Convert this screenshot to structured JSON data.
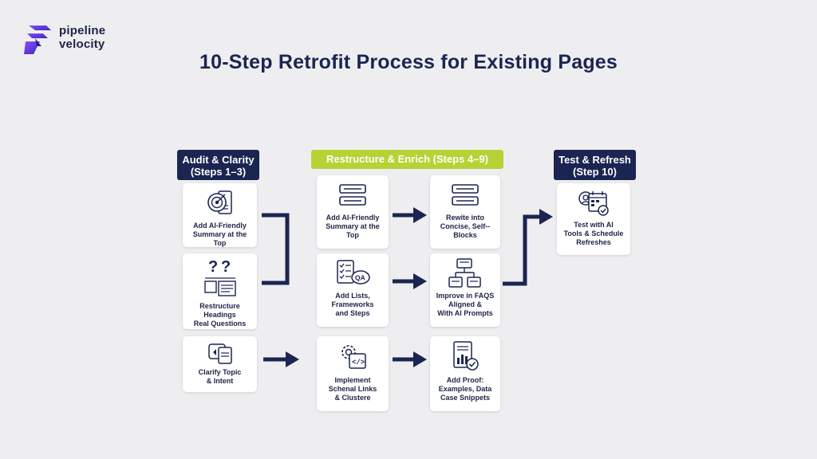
{
  "logo": {
    "line1": "pipeline",
    "line2": "velocity"
  },
  "title": "10-Step Retrofit Process for Existing Pages",
  "columns": {
    "audit": {
      "header": "Audit & Clarity",
      "subheader": "(Steps 1–3)"
    },
    "restructure": {
      "header": "Restructure & Enrich (Steps 4–9)"
    },
    "test": {
      "header": "Test & Refresh",
      "subheader": "(Step 10)"
    }
  },
  "cards": {
    "audit_summary": {
      "lines": [
        "Add AI-Friendly",
        "Summary at the Top"
      ],
      "icon": "target-document-icon"
    },
    "audit_headings": {
      "lines": [
        "Restructure Headings",
        "Real Questions"
      ],
      "icon": "question-layout-icon"
    },
    "audit_topic": {
      "lines": [
        "Clarify Topic",
        "& Intent"
      ],
      "icon": "chat-docs-icon"
    },
    "enrich_summary": {
      "lines": [
        "Add AI-Friendly",
        "Summary at the",
        "Top"
      ],
      "icon": "text-block-icon"
    },
    "enrich_lists": {
      "lines": [
        "Add Lists,",
        "Frameworks",
        "and Steps"
      ],
      "icon": "checklist-qa-icon"
    },
    "enrich_links": {
      "lines": [
        "Implement",
        "Schenal Links",
        "& Clustere"
      ],
      "icon": "gear-code-icon"
    },
    "enrich_rewrite": {
      "lines": [
        "Rewite into",
        "Concise, Self--",
        "Blocks"
      ],
      "icon": "text-block-icon"
    },
    "enrich_faqs": {
      "lines": [
        "Improve in FAQS",
        "Aligned &",
        "With AI Prompts"
      ],
      "icon": "sitemap-icon"
    },
    "enrich_proof": {
      "lines": [
        "Add Proof:",
        "Examples, Data",
        "Case Snippets"
      ],
      "icon": "report-check-icon"
    },
    "test_ai": {
      "lines": [
        "Test with AI",
        "Tools & Schedule",
        "Refreshes"
      ],
      "icon": "calendar-ai-icon"
    }
  },
  "colors": {
    "navy": "#1b2552",
    "green": "#b5d334",
    "background": "#eeeef0",
    "logo_accent": "#6b3fd6"
  }
}
